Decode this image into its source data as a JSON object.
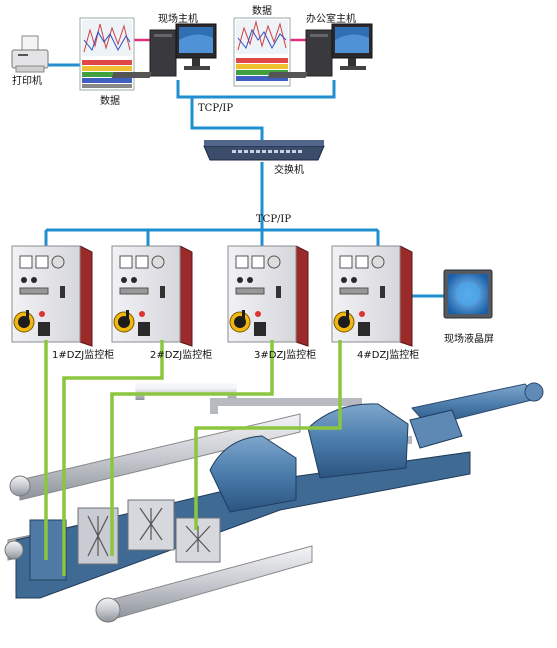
{
  "labels": {
    "printer": "打印机",
    "data_left": "数据",
    "site_host": "现场主机",
    "data_top": "数据",
    "office_host": "办公室主机",
    "tcpip_upper": "TCP/IP",
    "switch": "交换机",
    "tcpip_lower": "TCP/IP",
    "lcd_screen": "现场液晶屏"
  },
  "cabinets": [
    {
      "label": "1#DZJ监控柜"
    },
    {
      "label": "2#DZJ监控柜"
    },
    {
      "label": "3#DZJ监控柜"
    },
    {
      "label": "4#DZJ监控柜"
    }
  ],
  "colors": {
    "network_line": "#1f8fd0",
    "signal_line": "#8cc63f",
    "data_link": "#e0307a",
    "cabinet_body": "#e8e8ec",
    "cabinet_side": "#9b2a2a",
    "machine_blue": "#4a7cab",
    "pipe_silver": "#c9ccd2"
  },
  "icons": {
    "cabinet_logo": "d-logo-icon",
    "printer": "printer-icon",
    "switch": "network-switch-icon",
    "computer": "desktop-computer-icon",
    "lcd": "lcd-monitor-icon"
  }
}
